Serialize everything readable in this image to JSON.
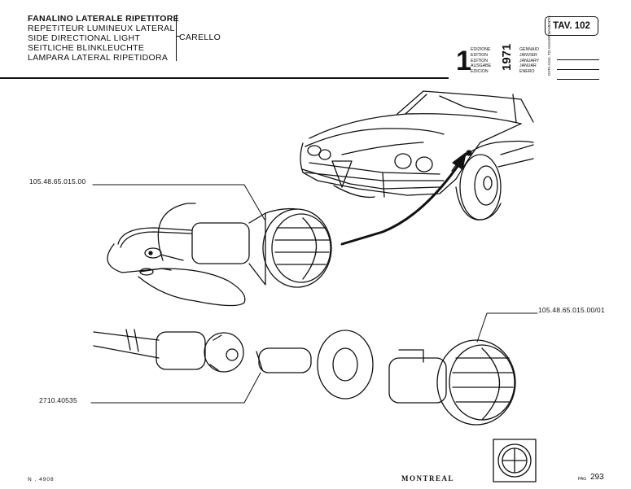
{
  "header": {
    "title_lines": [
      "FANALINO LATERALE RIPETITORE",
      "REPETITEUR LUMINEUX LATERAL",
      "SIDE DIRECTIONAL LIGHT",
      "SEITLICHE BLINKLEUCHTE",
      "LAMPARA LATERAL RIPETIDORA"
    ],
    "group": "CARELLO",
    "table_label": "TAV. 102"
  },
  "edition": {
    "number": "1",
    "labels": [
      "EDIZIONE",
      "EDITION",
      "EDITION",
      "AUSGABE",
      "EDICION"
    ],
    "year": "1971",
    "months": [
      "GENNAIO",
      "JANVIER",
      "JANUARY",
      "JANUAR",
      "ENERO"
    ],
    "update_label": "DATA AGG. TO AGGIORNAMENTO"
  },
  "parts": {
    "assembly": "105.48.65.015.00",
    "lamp_body": "105.48.65.015.00/01",
    "bulb": "2710.40535"
  },
  "footer": {
    "doc_number": "N . 4908",
    "model": "MONTREAL",
    "page_label": "PAG",
    "page_number": "293"
  }
}
